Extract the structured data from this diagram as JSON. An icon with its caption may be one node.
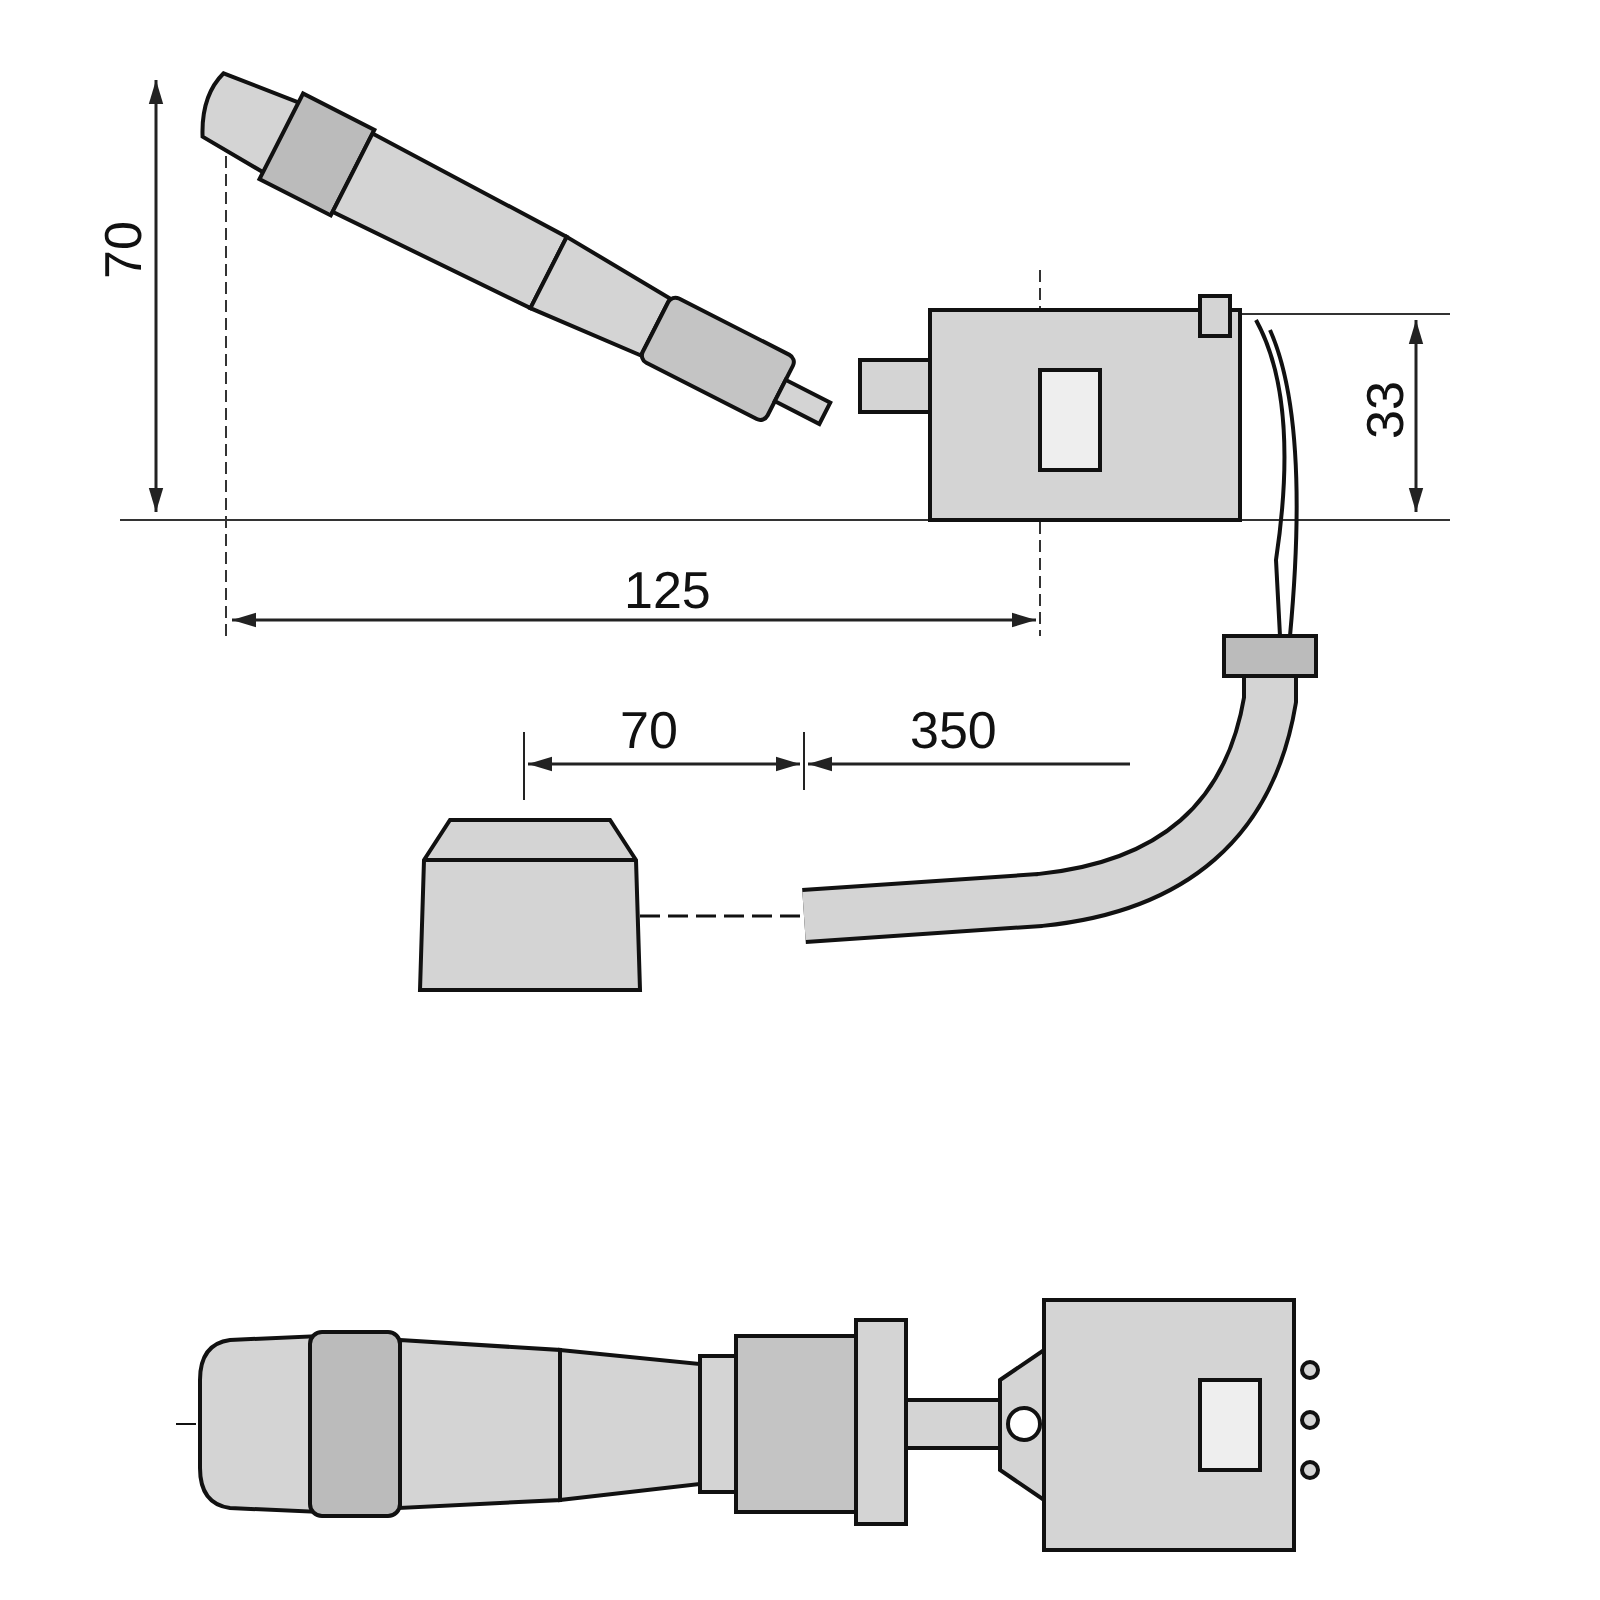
{
  "diagram": {
    "labels": [
      "70",
      "33",
      "125",
      "70",
      "350"
    ]
  }
}
